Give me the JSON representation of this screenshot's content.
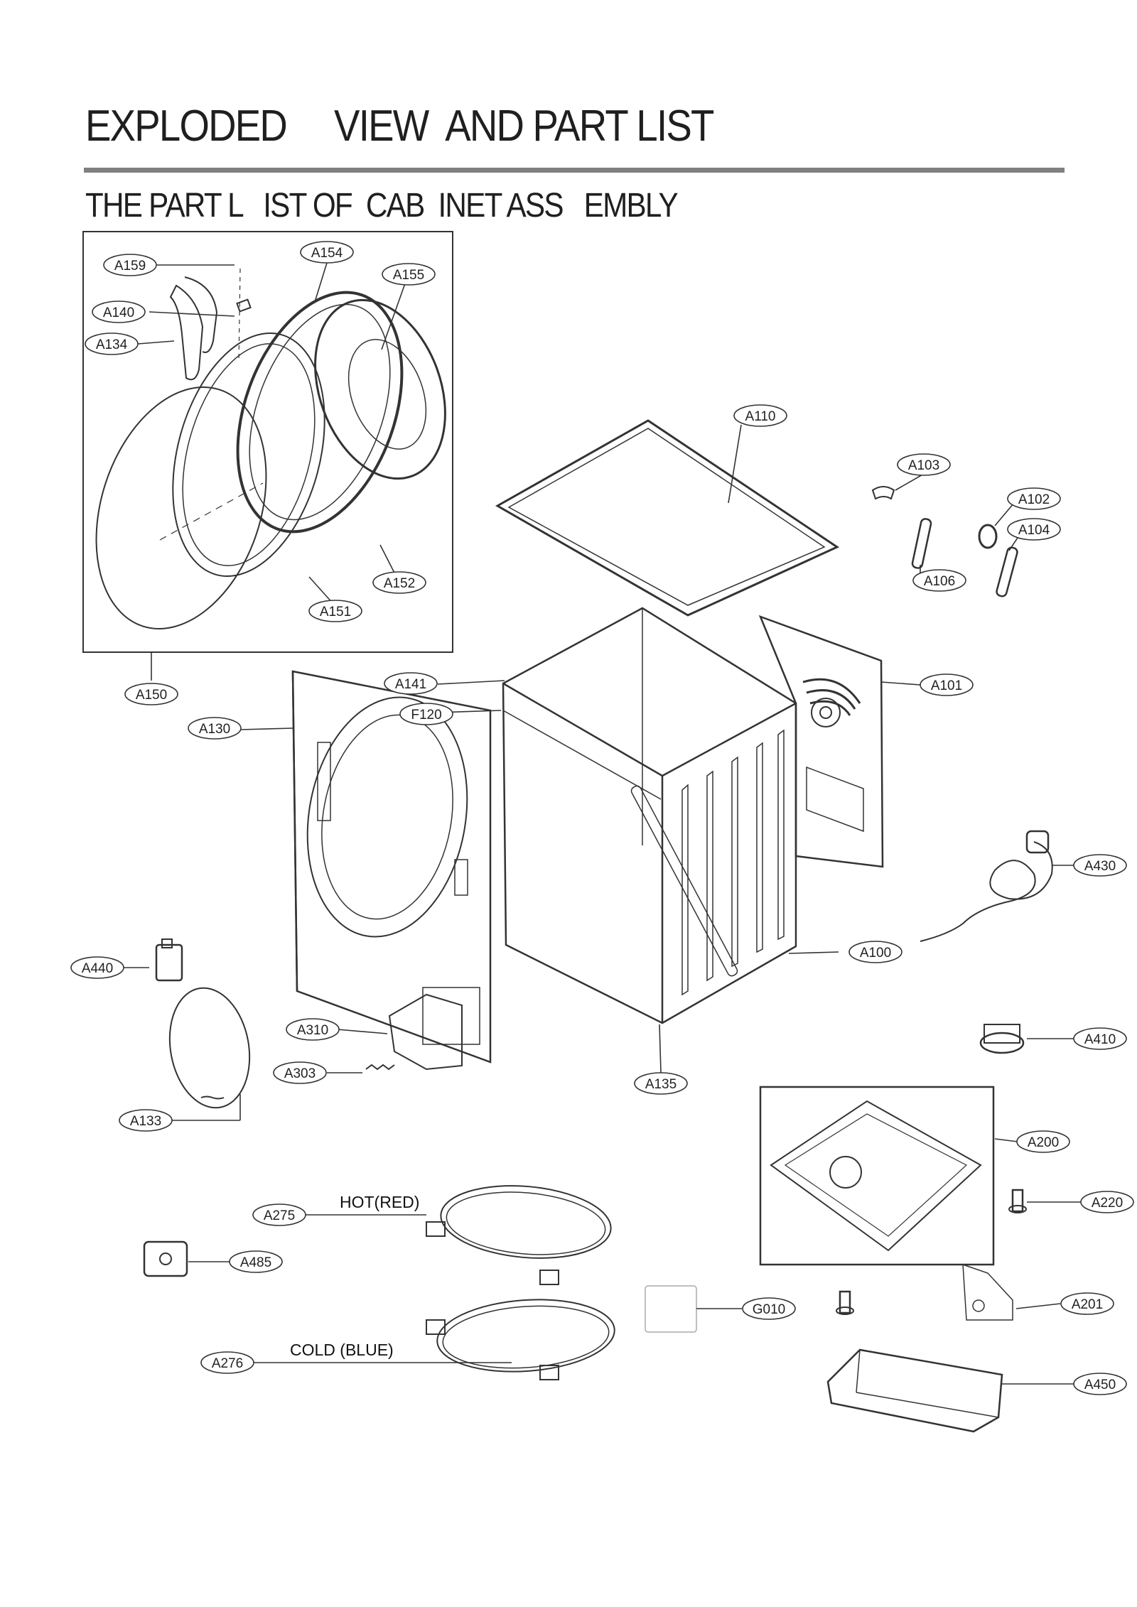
{
  "header": {
    "title": "EXPLODED     VIEW  AND PART LIST",
    "subtitle": "THE PART L   IST OF  CAB  INET ASS   EMBLY"
  },
  "callouts": {
    "A159": "A159",
    "A154": "A154",
    "A155": "A155",
    "A140": "A140",
    "A134": "A134",
    "A152": "A152",
    "A151": "A151",
    "A150": "A150",
    "A130": "A130",
    "A141": "A141",
    "F120": "F120",
    "A110": "A110",
    "A103": "A103",
    "A102": "A102",
    "A104": "A104",
    "A106": "A106",
    "A101": "A101",
    "A430": "A430",
    "A100": "A100",
    "A440": "A440",
    "A310": "A310",
    "A303": "A303",
    "A135": "A135",
    "A133": "A133",
    "A410": "A410",
    "A200": "A200",
    "A220": "A220",
    "A275": "A275",
    "A485": "A485",
    "G010": "G010",
    "A201": "A201",
    "A276": "A276",
    "A450": "A450"
  },
  "hose_labels": {
    "hot": "HOT(RED)",
    "cold": "COLD (BLUE)"
  }
}
